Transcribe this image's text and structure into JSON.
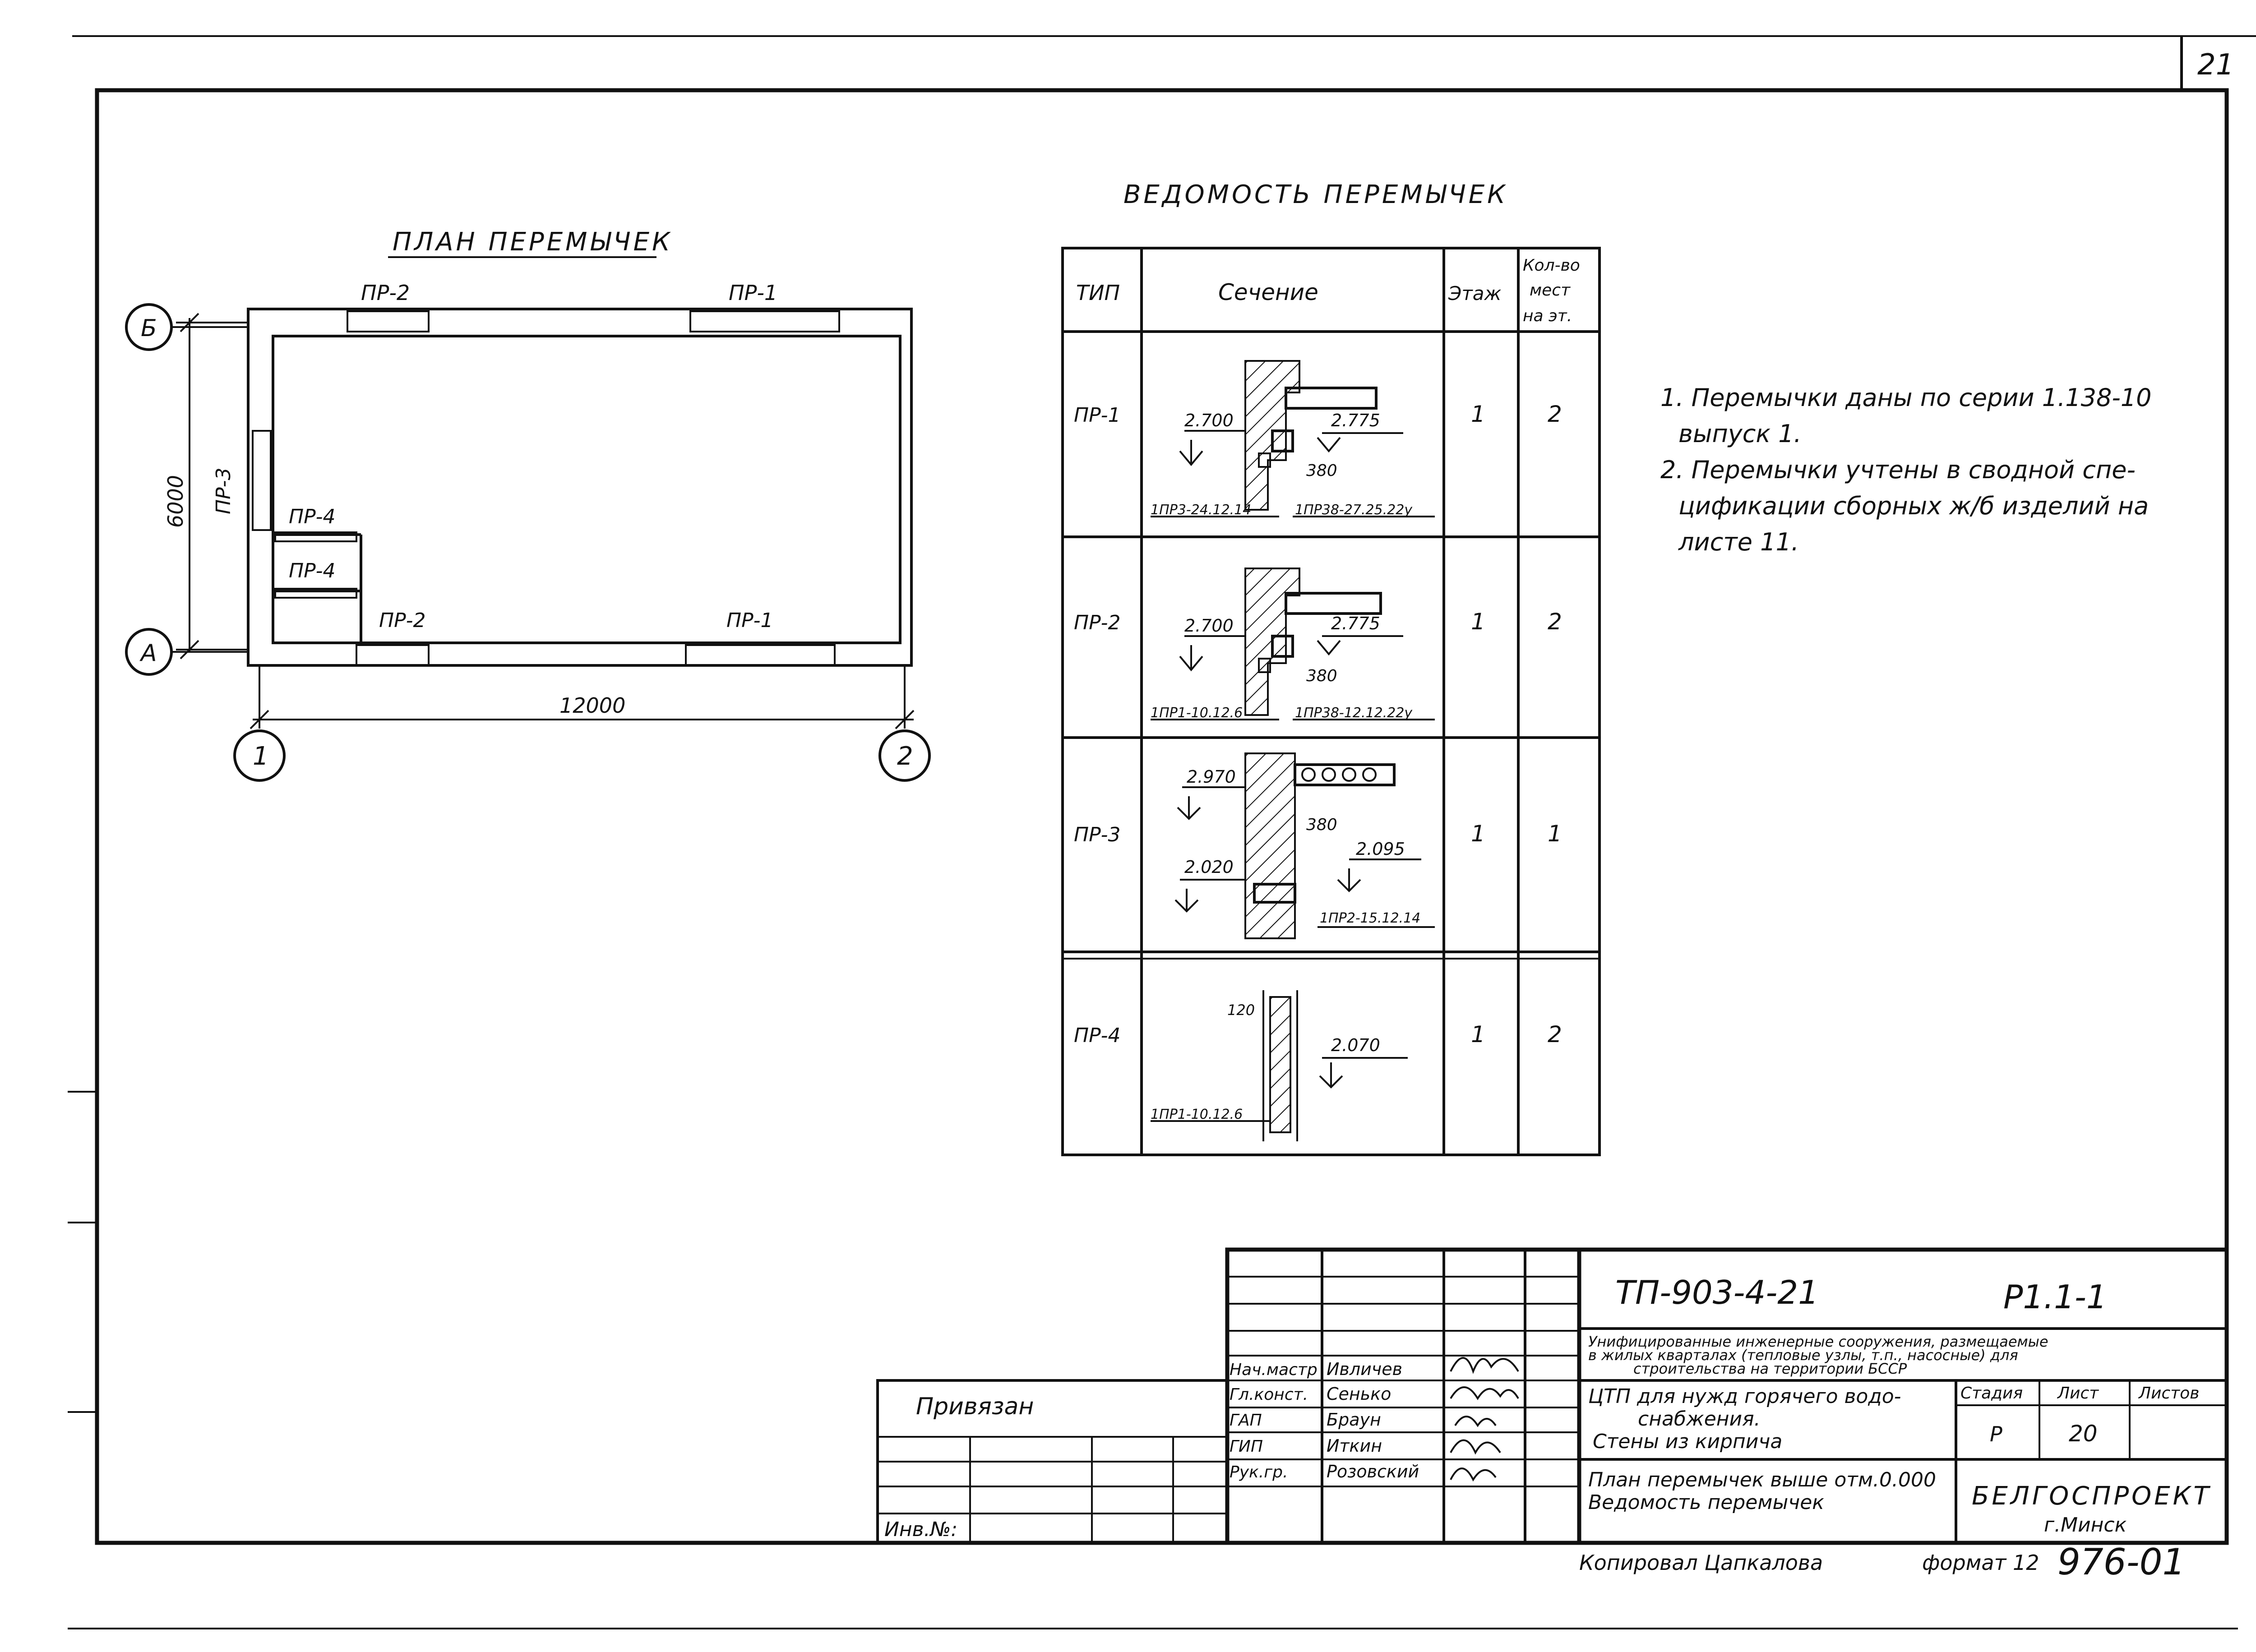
{
  "sheet_number": "21",
  "plan": {
    "title": "ПЛАН ПЕРЕМЫЧЕК",
    "axis_b": "Б",
    "axis_a": "А",
    "axis_1": "1",
    "axis_2": "2",
    "dim_width": "12000",
    "dim_height": "6000",
    "labels": {
      "pr2_top": "ПР-2",
      "pr1_top": "ПР-1",
      "pr3_left": "ПР-3",
      "pr4_a": "ПР-4",
      "pr4_b": "ПР-4",
      "pr2_bottom": "ПР-2",
      "pr1_bottom": "ПР-1"
    }
  },
  "schedule": {
    "title": "ВЕДОМОСТЬ ПЕРЕМЫЧЕК",
    "headers": {
      "type": "ТИП",
      "section": "Сечение",
      "floor": "Этаж",
      "count_l1": "Кол-во",
      "count_l2": "мест",
      "count_l3": "на эт."
    },
    "rows": [
      {
        "type": "ПР-1",
        "floor": "1",
        "count": "2",
        "mark_a": "2.700",
        "mark_b": "2.775",
        "dim": "380",
        "pos_a": "1ПР3-24.12.14",
        "pos_b": "1ПР38-27.25.22у"
      },
      {
        "type": "ПР-2",
        "floor": "1",
        "count": "2",
        "mark_a": "2.700",
        "mark_b": "2.775",
        "dim": "380",
        "pos_a": "1ПР1-10.12.6",
        "pos_b": "1ПР38-12.12.22у"
      },
      {
        "type": "ПР-3",
        "floor": "1",
        "count": "1",
        "mark_a": "2.970",
        "mark_b": "2.020",
        "mark_c": "2.095",
        "dim": "380",
        "pos_a": "1ПР2-15.12.14"
      },
      {
        "type": "ПР-4",
        "floor": "1",
        "count": "2",
        "mark_a": "2.070",
        "dim": "120",
        "pos_a": "1ПР1-10.12.6"
      }
    ]
  },
  "notes": {
    "n1_l1": "1. Перемычки даны по серии 1.138-10",
    "n1_l2": "выпуск 1.",
    "n2_l1": "2. Перемычки учтены в сводной спе-",
    "n2_l2": "цификации сборных ж/б изделий на",
    "n2_l3": "листе 11."
  },
  "stamp": {
    "project_code": "ТП-903-4-21",
    "sheet_code": "Р1.1-1",
    "desc_l1": "Унифицированные инженерные сооружения, размещаемые",
    "desc_l2": "в жилых кварталах (тепловые узлы, т.п., насосные) для",
    "desc_l3": "строительства на территории БССР",
    "object_l1": "ЦТП для нужд горячего водо-",
    "object_l2": "снабжения.",
    "object_l3": "Стены из кирпича",
    "sheet_title_l1": "План перемычек выше отм.0.000",
    "sheet_title_l2": "Ведомость перемычек",
    "stage_h": "Стадия",
    "sheet_h": "Лист",
    "sheets_h": "Листов",
    "stage": "Р",
    "sheet": "20",
    "org_l1": "БЕЛГОСПРОЕКТ",
    "org_l2": "г.Минск",
    "roles": [
      "Нач.мастр",
      "Гл.конст.",
      "ГАП",
      "ГИП",
      "Рук.гр."
    ],
    "names": [
      "Ивличев",
      "Сенько",
      "Браун",
      "Иткин",
      "Розовский"
    ],
    "bound": "Привязан",
    "inv": "Инв.№:",
    "copied": "Копировал   Цапкалова",
    "format": "формат 12",
    "archive": "976-01"
  }
}
